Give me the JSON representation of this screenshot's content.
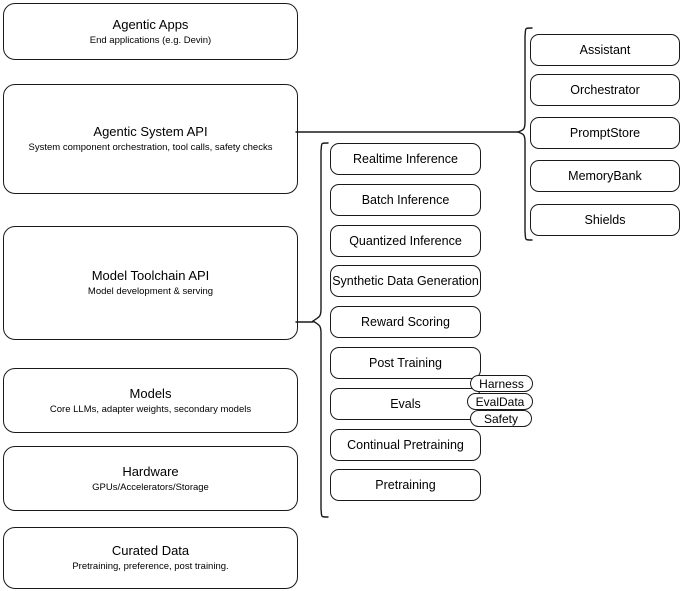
{
  "diagram": {
    "title": "AI Stack Layers Diagram",
    "stroke_color": "#1a1a1a",
    "background_color": "#ffffff"
  },
  "layers": [
    {
      "name": "agentic-apps",
      "title": "Agentic Apps",
      "subtitle": "End applications (e.g. Devin)"
    },
    {
      "name": "agentic-system-api",
      "title": "Agentic System API",
      "subtitle": "System component orchestration, tool calls, safety checks"
    },
    {
      "name": "model-toolchain-api",
      "title": "Model Toolchain API",
      "subtitle": "Model development & serving"
    },
    {
      "name": "models",
      "title": "Models",
      "subtitle": "Core LLMs, adapter weights, secondary models"
    },
    {
      "name": "hardware",
      "title": "Hardware",
      "subtitle": "GPUs/Accelerators/Storage"
    },
    {
      "name": "curated-data",
      "title": "Curated Data",
      "subtitle": "Pretraining, preference, post training."
    }
  ],
  "toolchain_capabilities": [
    {
      "name": "realtime-inference",
      "label": "Realtime Inference"
    },
    {
      "name": "batch-inference",
      "label": "Batch Inference"
    },
    {
      "name": "quantized-inference",
      "label": "Quantized Inference"
    },
    {
      "name": "synthetic-data-generation",
      "label": "Synthetic Data Generation"
    },
    {
      "name": "reward-scoring",
      "label": "Reward Scoring"
    },
    {
      "name": "post-training",
      "label": "Post Training"
    },
    {
      "name": "evals",
      "label": "Evals"
    },
    {
      "name": "continual-pretraining",
      "label": "Continual Pretraining"
    },
    {
      "name": "pretraining",
      "label": "Pretraining"
    }
  ],
  "evals_badges": [
    {
      "name": "harness",
      "label": "Harness"
    },
    {
      "name": "evaldata",
      "label": "EvalData"
    },
    {
      "name": "safety",
      "label": "Safety"
    }
  ],
  "system_components": [
    {
      "name": "assistant",
      "label": "Assistant"
    },
    {
      "name": "orchestrator",
      "label": "Orchestrator"
    },
    {
      "name": "promptstore",
      "label": "PromptStore"
    },
    {
      "name": "memorybank",
      "label": "MemoryBank"
    },
    {
      "name": "shields",
      "label": "Shields"
    }
  ]
}
